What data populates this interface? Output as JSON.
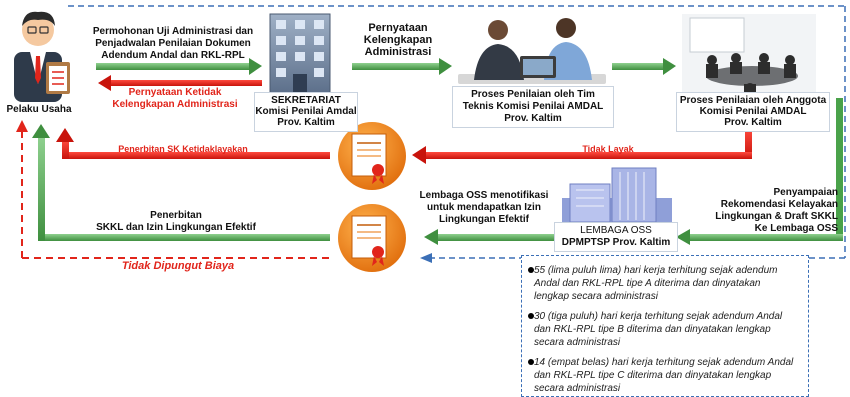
{
  "actors": {
    "pelaku": "Pelaku Usaha",
    "sekretariat": [
      "SEKRETARIAT",
      "Komisi Penilai Amdal",
      "Prov. Kaltim"
    ],
    "tim_teknis": [
      "Proses Penilaian oleh Tim",
      "Teknis Komisi Penilai AMDAL",
      "Prov. Kaltim"
    ],
    "anggota": [
      "Proses Penilaian oleh Anggota",
      "Komisi Penilai AMDAL",
      "Prov. Kaltim"
    ],
    "oss": [
      "LEMBAGA OSS",
      "DPMPTSP Prov. Kaltim"
    ]
  },
  "arrows": {
    "permohonan": [
      "Permohonan Uji Administrasi dan",
      "Penjadwalan Penilaian Dokumen",
      "Adendum Andal dan RKL-RPL"
    ],
    "ketidak": [
      "Pernyataan Ketidak",
      "Kelengkapan Administrasi"
    ],
    "kelengkapan": [
      "Pernyataan",
      "Kelengkapan",
      "Administrasi"
    ],
    "sk_ketidaklayakan": "Penerbitan SK Ketidaklayakan",
    "tidak_layak": "Tidak Layak",
    "rekomendasi": [
      "Penyampaian",
      "Rekomendasi Kelayakan",
      "Lingkungan & Draft SKKL",
      "Ke Lembaga OSS"
    ],
    "notifikasi": [
      "Lembaga OSS menotifikasi",
      "untuk mendapatkan Izin",
      "Lingkungan Efektif"
    ],
    "skkl": [
      "Penerbitan",
      "SKKL dan Izin Lingkungan Efektif"
    ],
    "biaya": "Tidak Dipungut Biaya"
  },
  "notes": [
    "55 (lima puluh lima) hari kerja terhitung sejak adendum Andal dan RKL-RPL tipe A diterima dan dinyatakan lengkap secara administrasi",
    "30 (tiga puluh) hari kerja terhitung sejak adendum Andal dan RKL-RPL tipe B diterima dan dinyatakan lengkap secara administrasi",
    "14 (empat belas) hari kerja terhitung sejak adendum Andal dan RKL-RPL tipe C diterima dan dinyatakan lengkap secara administrasi"
  ],
  "colors": {
    "green": "#4aa24a",
    "red": "#e1251b",
    "blue": "#3b6fb6",
    "orange": "#f08a1c"
  },
  "icons": [
    "businessman-icon",
    "office-building-icon",
    "meeting-icon",
    "conference-icon",
    "certificate-icon",
    "oss-building-icon"
  ]
}
